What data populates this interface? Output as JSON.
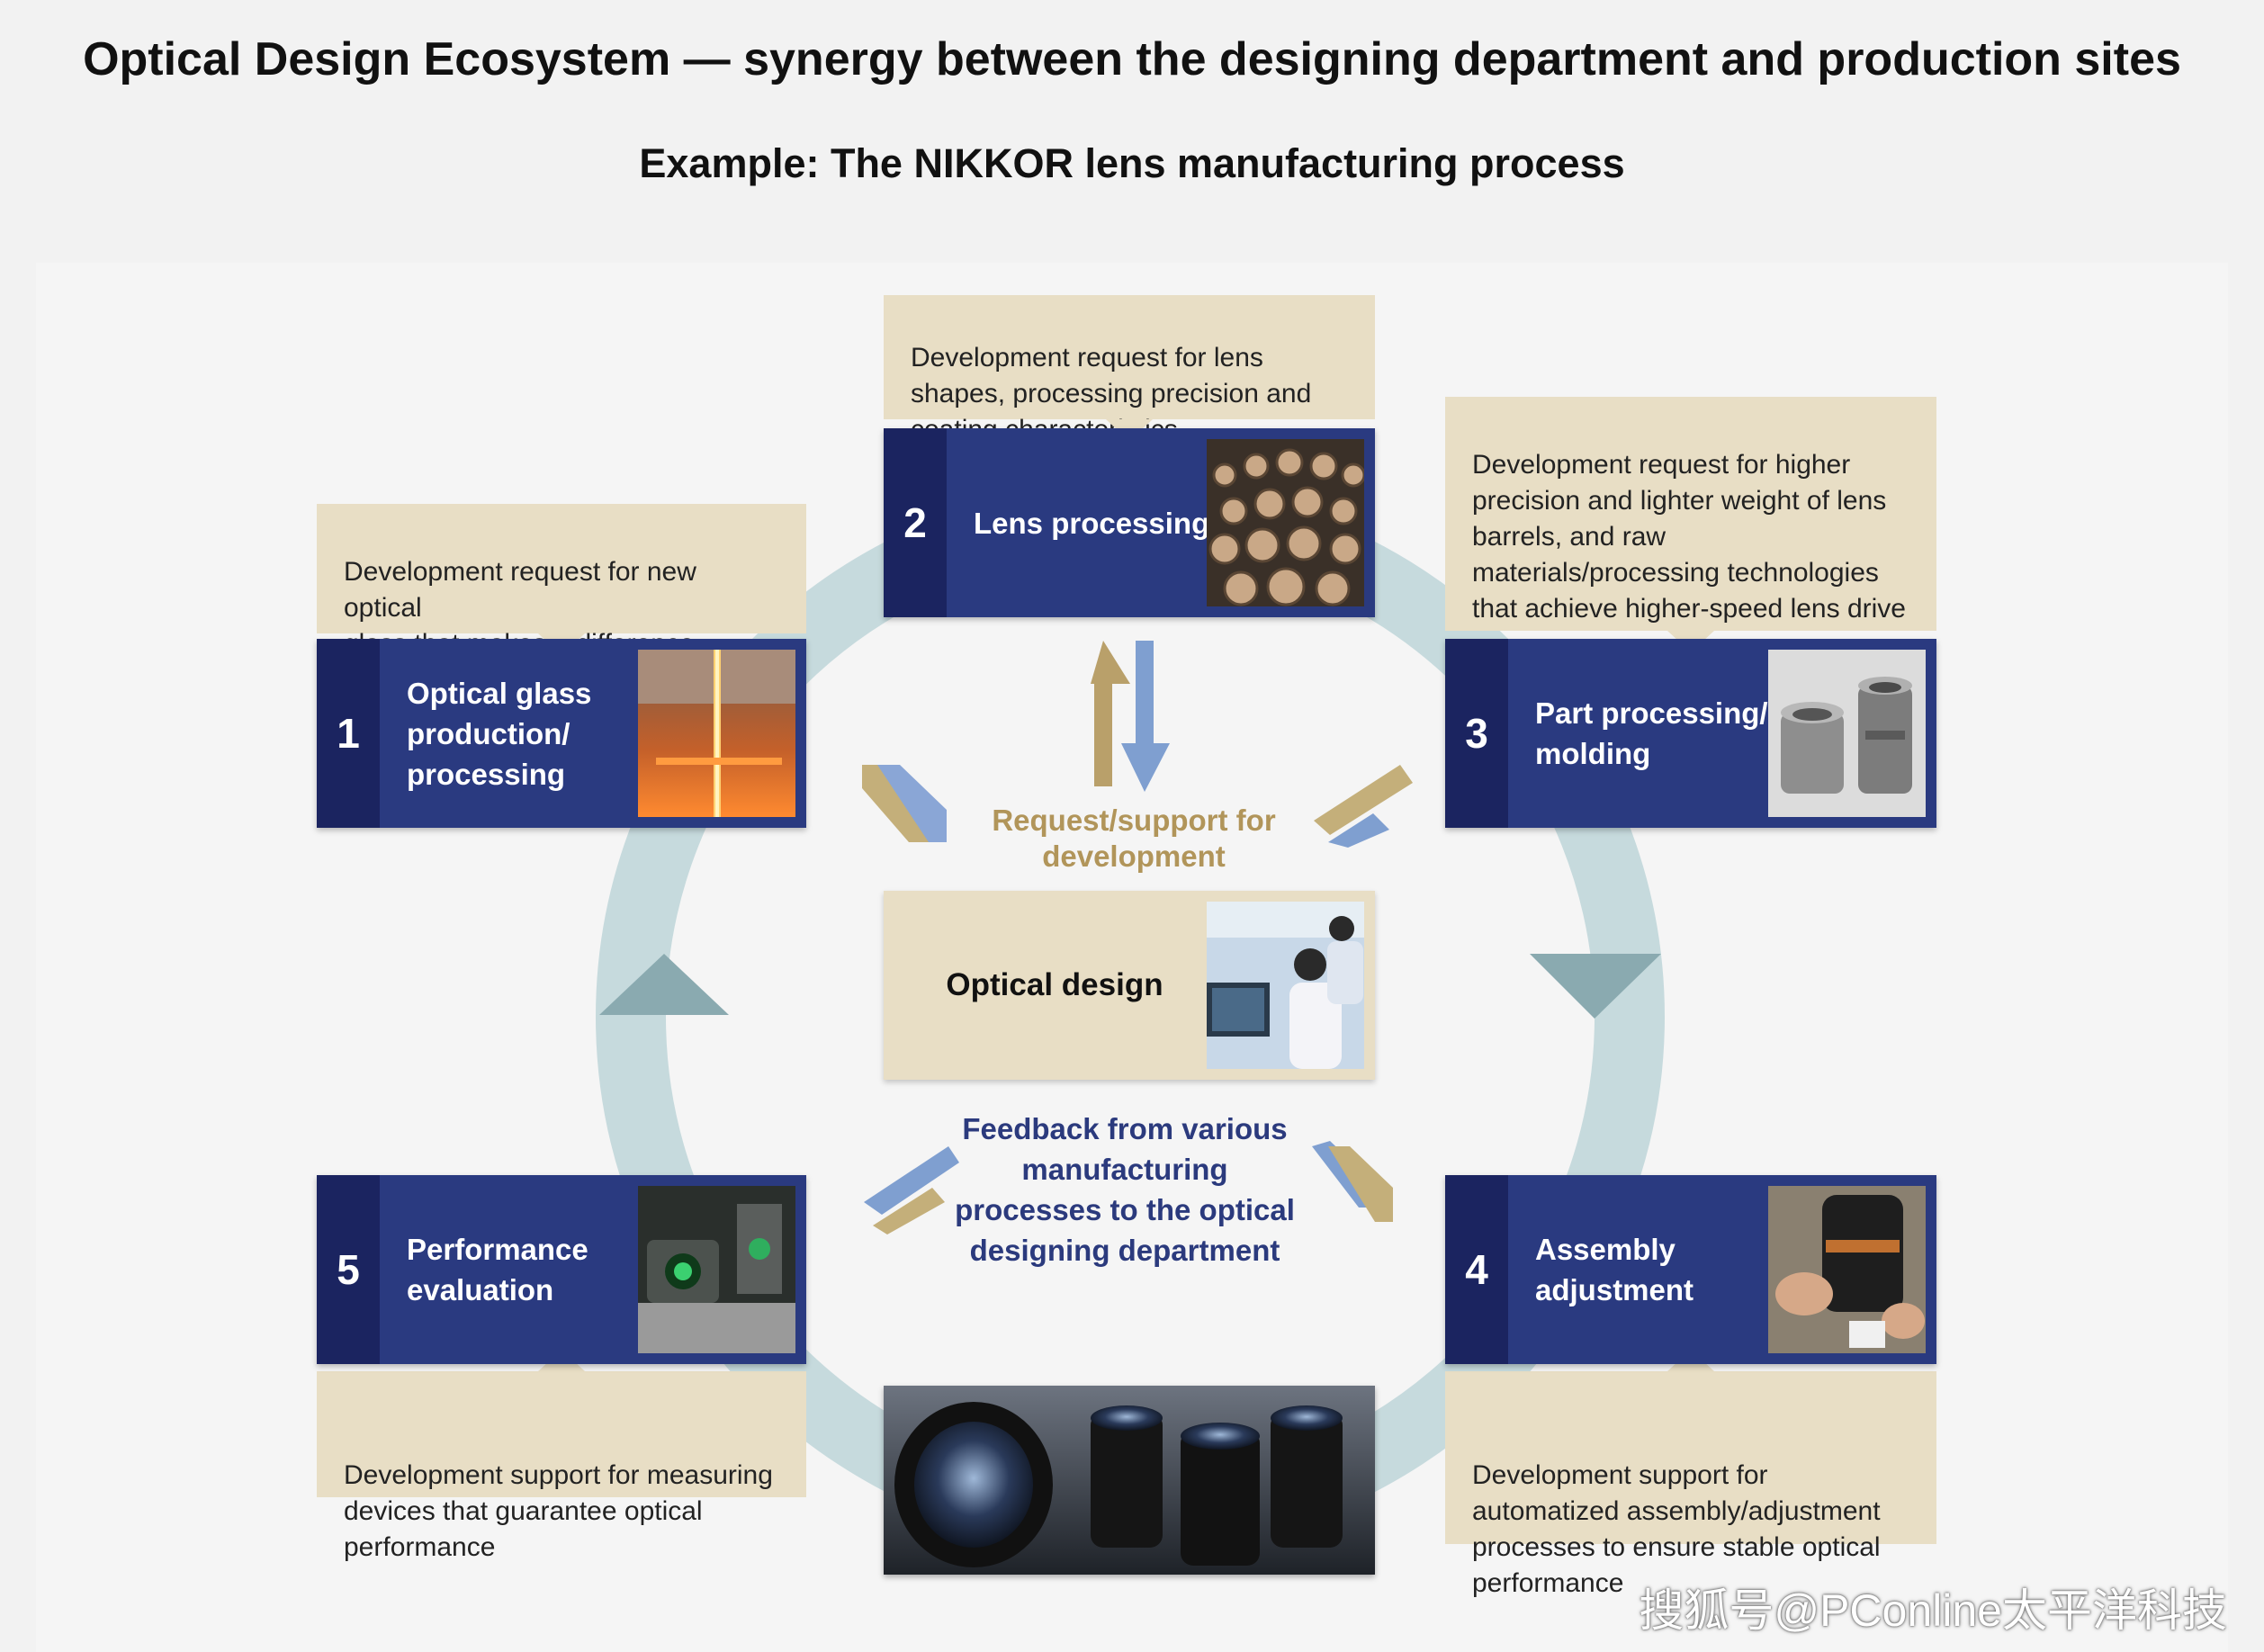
{
  "header": {
    "title": "Optical Design Ecosystem — synergy between the designing department and production sites",
    "subtitle": "Example: The NIKKOR lens manufacturing process"
  },
  "steps": [
    {
      "number": "1",
      "label": "Optical glass\nproduction/\nprocessing",
      "note": "Development request for new optical\nglass that makes a difference"
    },
    {
      "number": "2",
      "label": "Lens processing",
      "note": "Development request for lens\nshapes, processing precision and\ncoating characteristics"
    },
    {
      "number": "3",
      "label": "Part processing/\nmolding",
      "note": "Development request for higher\nprecision and lighter weight of lens\nbarrels, and raw\nmaterials/processing technologies\nthat achieve higher-speed lens drive"
    },
    {
      "number": "4",
      "label": "Assembly\nadjustment",
      "note": "Development support for\nautomatized assembly/adjustment\nprocesses to ensure stable optical\nperformance"
    },
    {
      "number": "5",
      "label": "Performance\nevaluation",
      "note": "Development support for measuring\ndevices that guarantee optical\nperformance"
    }
  ],
  "center": {
    "label": "Optical design",
    "request_text": "Request/support for\ndevelopment",
    "feedback_text": "Feedback from various\nmanufacturing\nprocesses to the optical\ndesigning department"
  },
  "colors": {
    "navy": "#2a3a80",
    "navy_dark": "#1b2460",
    "beige": "#e8dec5",
    "ring": "#c6dadd",
    "arrow_teal": "#8aaab0",
    "gold": "#b1955a",
    "blue_text": "#2b3a7d"
  },
  "watermark": "搜狐号@PConline太平洋科技"
}
